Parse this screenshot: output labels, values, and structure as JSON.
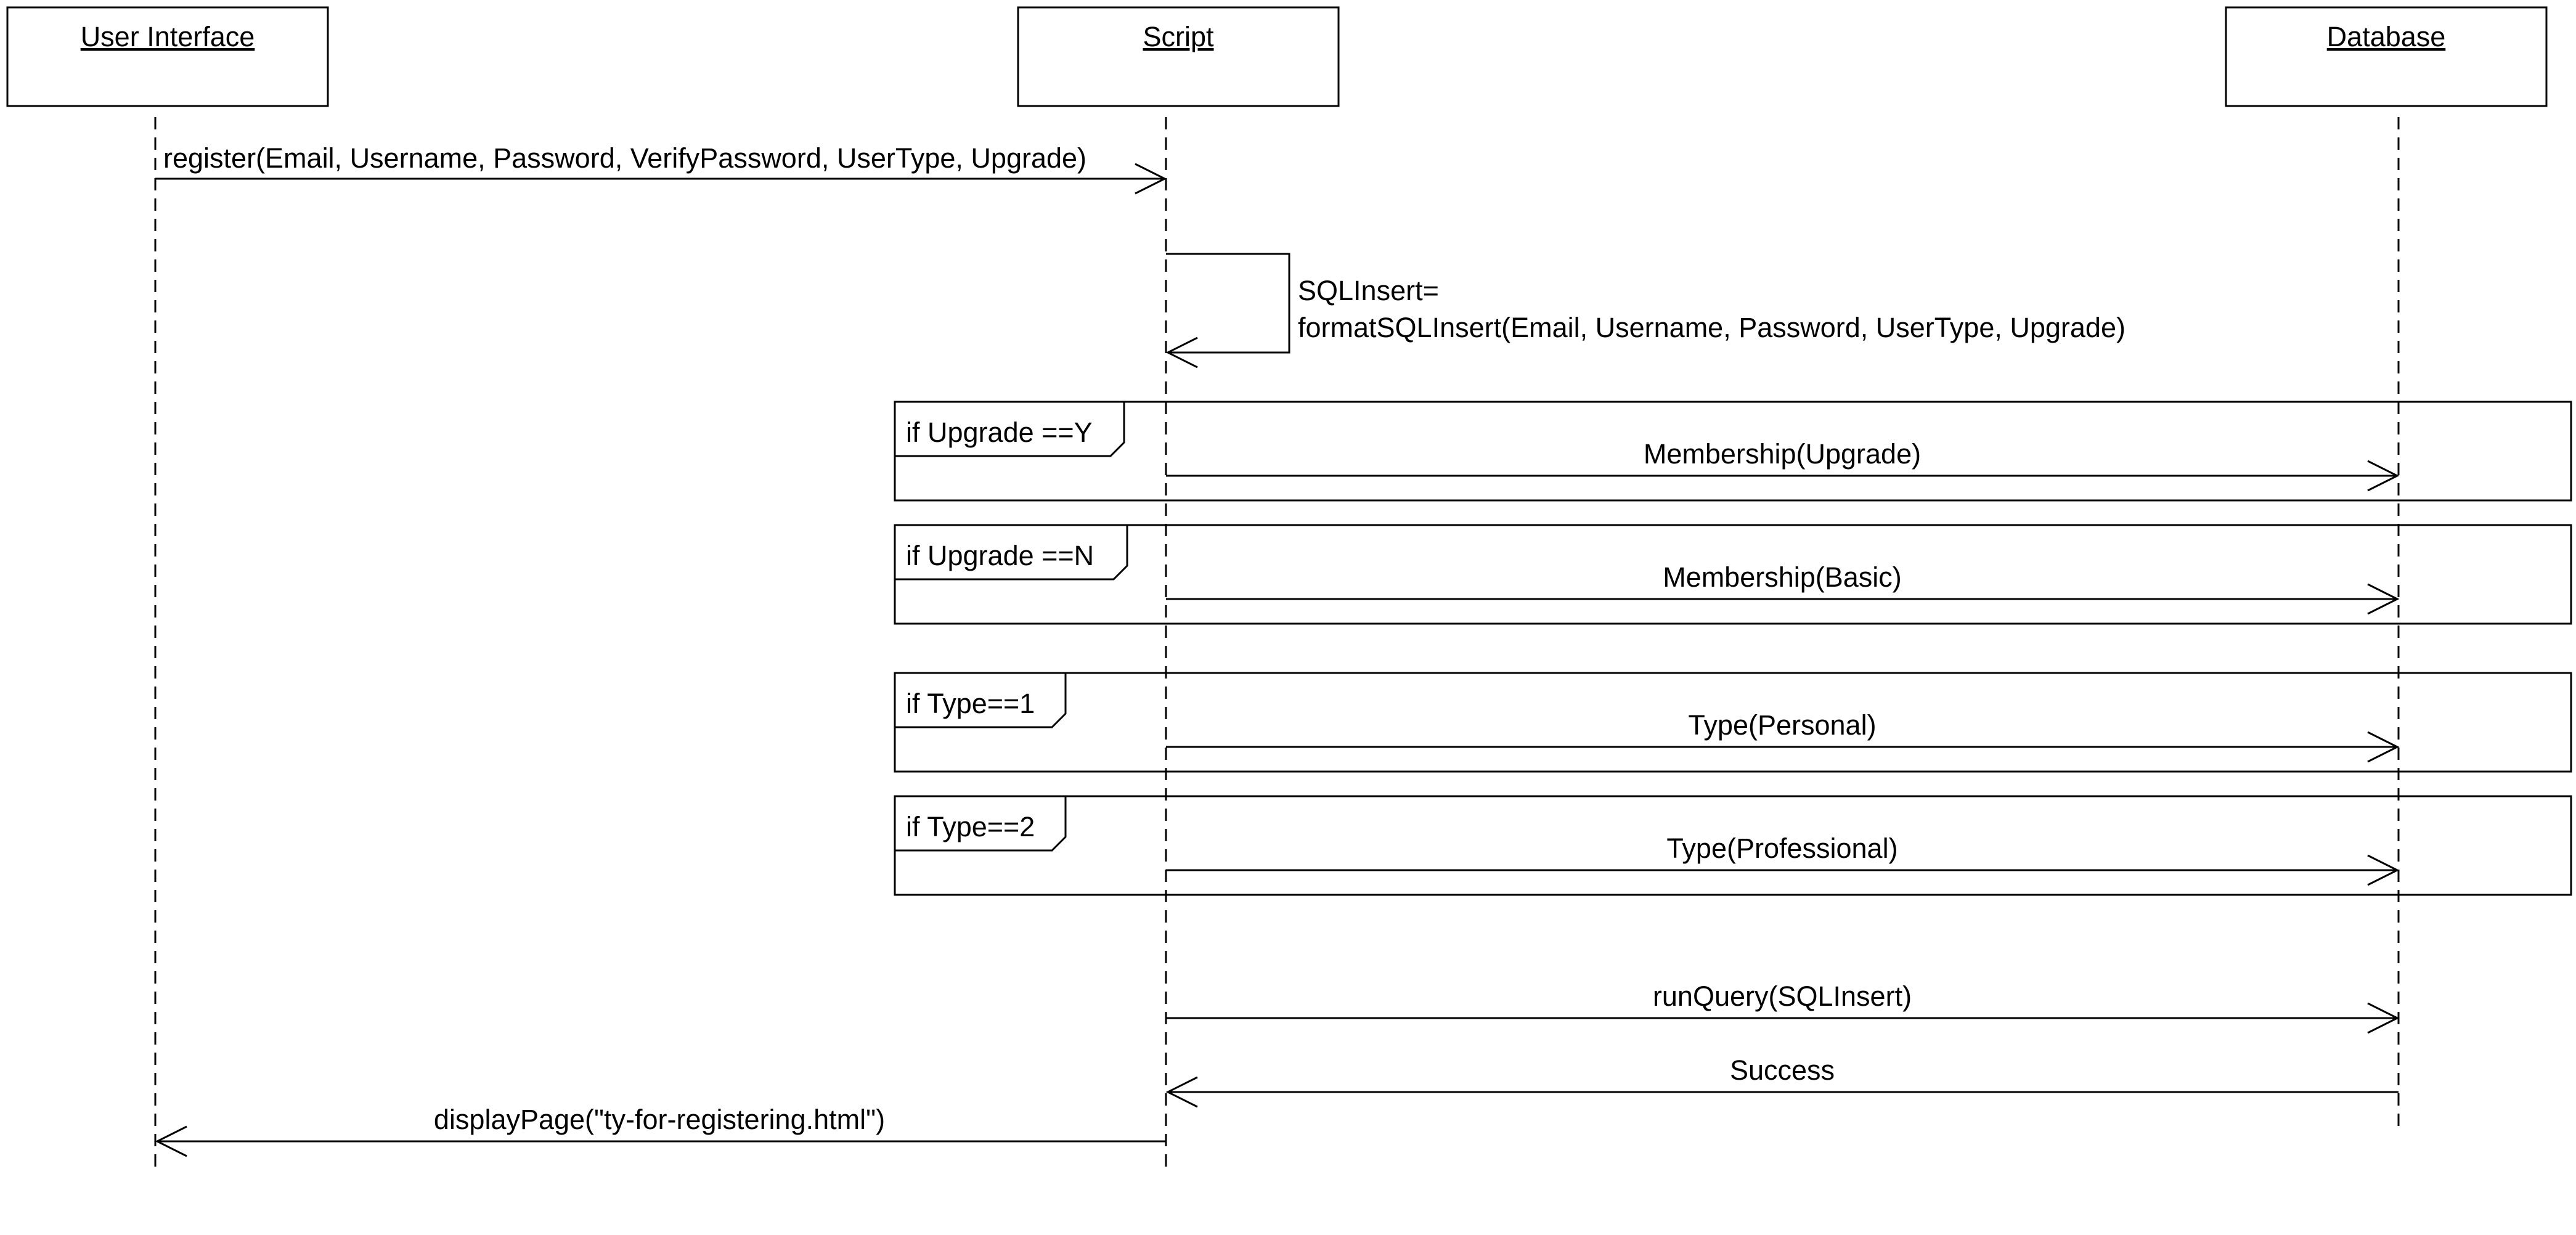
{
  "participants": [
    {
      "id": "ui",
      "name": "User Interface"
    },
    {
      "id": "script",
      "name": "Script"
    },
    {
      "id": "db",
      "name": "Database"
    }
  ],
  "self_message": {
    "on": "script",
    "label_line1": "SQLInsert=",
    "label_line2": "formatSQLInsert(Email, Username, Password, UserType, Upgrade)"
  },
  "fragments": [
    {
      "guard": "if Upgrade ==Y",
      "message": "Membership(Upgrade)"
    },
    {
      "guard": "if Upgrade ==N",
      "message": "Membership(Basic)"
    },
    {
      "guard": "if Type==1",
      "message": "Type(Personal)"
    },
    {
      "guard": "if Type==2",
      "message": "Type(Professional)"
    }
  ],
  "messages": [
    {
      "from": "ui",
      "to": "script",
      "label": "register(Email, Username, Password, VerifyPassword, UserType,  Upgrade)",
      "kind": "call"
    },
    {
      "from": "script",
      "to": "db",
      "label": "runQuery(SQLInsert)",
      "kind": "call"
    },
    {
      "from": "db",
      "to": "script",
      "label": "Success",
      "kind": "return"
    },
    {
      "from": "script",
      "to": "ui",
      "label": "displayPage(\"ty-for-registering.html\")",
      "kind": "return"
    }
  ],
  "colors": {
    "stroke": "#000000",
    "background": "#ffffff"
  }
}
